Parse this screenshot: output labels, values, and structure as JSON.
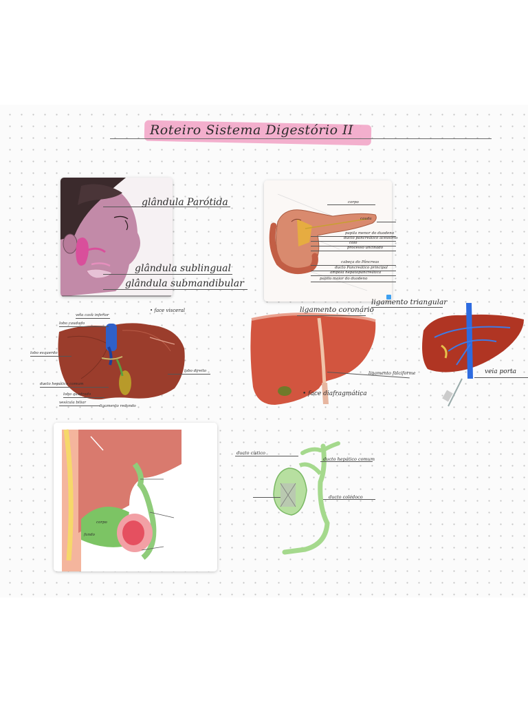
{
  "title": "Roteiro Sistema Digestório II",
  "colors": {
    "highlight": "#f2a6c8",
    "liver": "#b54a34",
    "gall": "#8fcc7a",
    "gland": "#d94f9b"
  },
  "salivary": {
    "parotida": "glândula Parótida",
    "sublingual": "glândula sublingual",
    "submandibular": "glândula submandibular"
  },
  "pancreas": {
    "labels": [
      "corpo",
      "cauda",
      "papila menor do duodeno",
      "ducto pancreático acessório",
      "colo",
      "processo uncinado",
      "cabeça do Pâncreas",
      "ducto Pancreático principal",
      "ampola hepatopancreática",
      "papila maior do duodeno"
    ]
  },
  "liver_visceral": {
    "face": "• face visceral",
    "left_labels": [
      "veia cava inferior",
      "lobo caudado",
      "lobo esquerdo",
      "ducto hepático comum",
      "lobo quadrado",
      "vesícula biliar",
      "ligamento redondo"
    ],
    "right_label": "lobo direito"
  },
  "liver_diaphragm": {
    "coronary": "ligamento coronário",
    "triangular": "ligamento triangular",
    "falciform": "ligamento falciforme",
    "face": "• face diafragmática"
  },
  "portal": {
    "label": "veia porta"
  },
  "gallbladder_section": {
    "labels": [
      "corpo",
      "fundo"
    ]
  },
  "biliary": {
    "labels": [
      "ducto cístico",
      "ducto hepático comum",
      "ducto colédoco"
    ]
  }
}
